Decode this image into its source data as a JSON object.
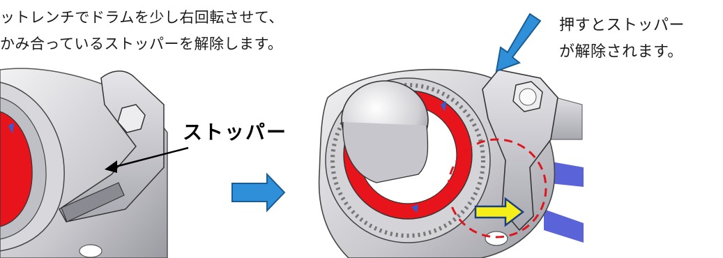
{
  "instruction": {
    "line1": "ットレンチでドラムを少し右回転させて、",
    "line2": "かみ合っているストッパーを解除します。"
  },
  "note": {
    "line1": "押すとストッパー",
    "line2": "が解除されます。"
  },
  "stopper_label": "ストッパー",
  "colors": {
    "drum_red": "#e8141c",
    "arrow_blue": "#2f8fd8",
    "arrow_yellow": "#f5ee1a",
    "highlight_circle": "#e0141c",
    "metal_gray": "#c8c8cc"
  },
  "icons": [
    "down-left-blue-arrow-icon",
    "right-blue-arrow-icon",
    "right-yellow-arrow-icon"
  ]
}
